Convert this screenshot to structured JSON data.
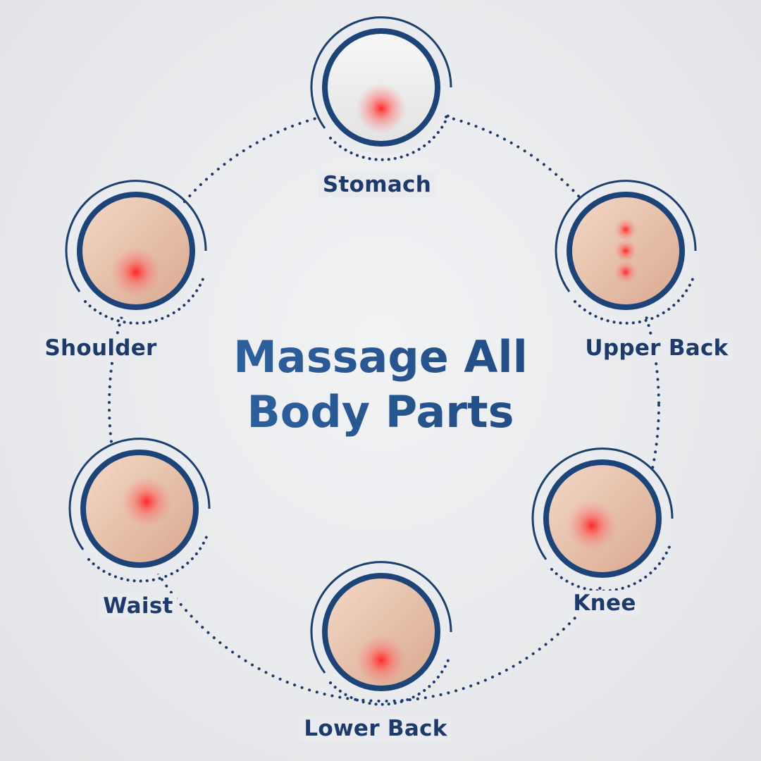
{
  "title": {
    "line1": "Massage All",
    "line2": "Body Parts"
  },
  "colors": {
    "navy": "#1d3a6b",
    "ring": "#1c4478",
    "pain": "#ff2a2a"
  },
  "parts": [
    {
      "label": "Stomach"
    },
    {
      "label": "Upper Back"
    },
    {
      "label": "Knee"
    },
    {
      "label": "Lower Back"
    },
    {
      "label": "Waist"
    },
    {
      "label": "Shoulder"
    }
  ]
}
